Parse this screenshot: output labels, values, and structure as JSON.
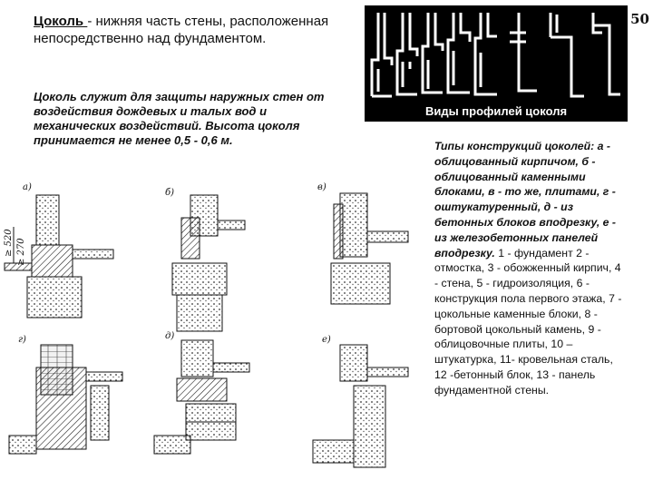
{
  "slide_number": "50",
  "definition": {
    "term": "Цоколь ",
    "text": "- нижняя часть стены, расположенная непосредственно над фундаментом."
  },
  "purpose_text": "Цоколь служит для защиты наружных стен от воздействия дождевых и талых вод и механических воздействий. Высота цоколя принимается не менее 0,5 - 0,6 м.",
  "profiles_caption": "Виды профилей цоколя",
  "construction_types": {
    "intro": "Типы конструкций цоколей: а - облицованный кирпичом, б - облицованный каменными блоками, в - то же, плитами, г - оштукатуренный, д - из бетонных блоков вподрезку, е - из железобетонных панелей вподрезку.",
    "legend": "1 - фундамент 2 - отмостка, 3 - обожженный кирпич, 4 - стена, 5 - гидроизоляция, 6 - конструкция пола первого этажа, 7 - цокольные каменные блоки, 8 - бортовой цокольный камень, 9 - облицовочные плиты, 10 – штукатурка, 11- кровельная сталь, 12 -бетонный блок, 13 - панель фундаментной стены."
  },
  "drawing_labels": {
    "a": "а)",
    "b": "б)",
    "v": "в)",
    "g": "г)",
    "d": "д)",
    "e": "е)",
    "dim1": "≥ 520",
    "dim2": "≥ 270"
  }
}
